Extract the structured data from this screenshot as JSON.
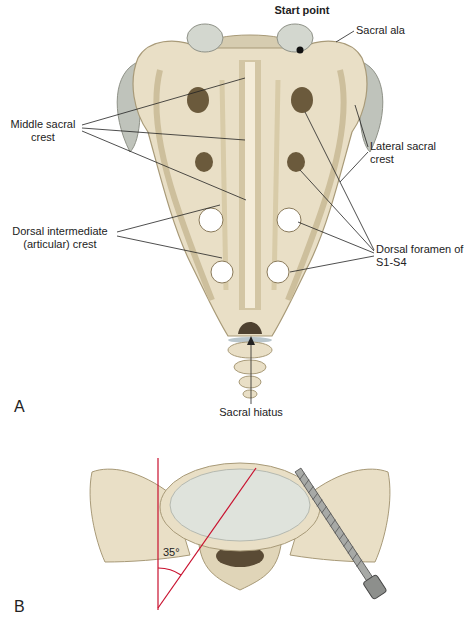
{
  "diagram": {
    "labels": [
      "Start point",
      "Sacral ala",
      "Middle sacral crest",
      "Lateral sacral crest",
      "Dorsal intermediate (articular) crest",
      "Dorsal foramen of S1-S4",
      "Sacral hiatus",
      "A",
      "B",
      "35°"
    ]
  }
}
